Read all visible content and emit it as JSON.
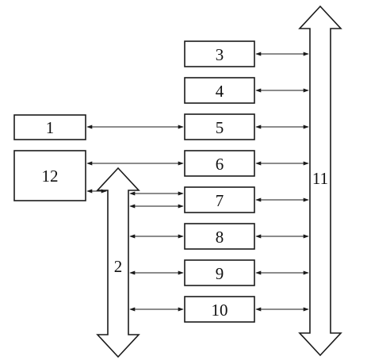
{
  "blocks": {
    "b1": "1",
    "b3": "3",
    "b4": "4",
    "b5": "5",
    "b6": "6",
    "b7": "7",
    "b8": "8",
    "b9": "9",
    "b10": "10",
    "b12": "12"
  },
  "buses": {
    "bus2": "2",
    "bus11": "11"
  },
  "colors": {
    "line": "#1a1a1a",
    "background": "#ffffff"
  }
}
